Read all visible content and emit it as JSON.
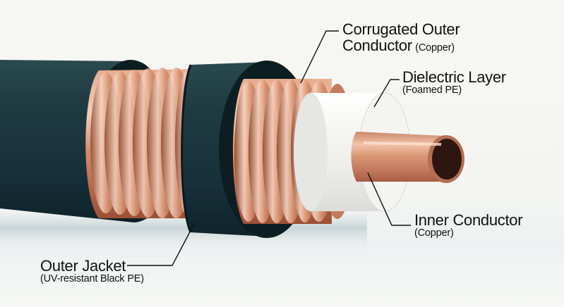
{
  "diagram": {
    "subject": "Corrugated coaxial cable cross-section",
    "colors": {
      "background": "#f6f6f2",
      "jacket": "#1f3a3f",
      "jacket_dark": "#102428",
      "copper": "#d08a6a",
      "copper_highlight": "#f3c9b2",
      "copper_shadow": "#8f4a2e",
      "dielectric": "#eeeeea",
      "leader_line": "#111111"
    },
    "labels": [
      {
        "id": "corrugated-outer-conductor",
        "title": "Corrugated Outer",
        "title_line2": "Conductor",
        "detail": "(Copper)"
      },
      {
        "id": "dielectric-layer",
        "title": "Dielectric Layer",
        "detail": "(Foamed PE)"
      },
      {
        "id": "inner-conductor",
        "title": "Inner Conductor",
        "detail": "(Copper)"
      },
      {
        "id": "outer-jacket",
        "title": "Outer Jacket",
        "detail": "(UV-resistant Black PE)"
      }
    ]
  }
}
